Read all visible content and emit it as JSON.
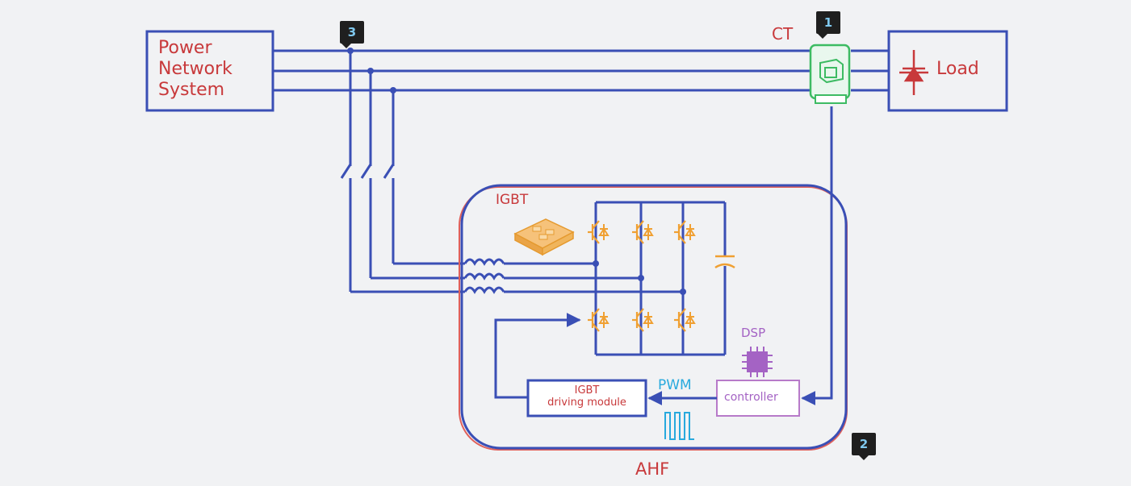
{
  "power_network": {
    "label": "Power\nNetwork\nSystem"
  },
  "load": {
    "label": "Load"
  },
  "ct": {
    "label": "CT"
  },
  "igbt": {
    "label": "IGBT"
  },
  "dsp": {
    "label": "DSP"
  },
  "pwm": {
    "label": "PWM"
  },
  "controller": {
    "label": "controller"
  },
  "driver": {
    "label": "IGBT\ndriving module"
  },
  "ahf": {
    "label": "AHF"
  },
  "markers": [
    "1",
    "2",
    "3"
  ],
  "colors": {
    "wire": "#3a4fb5",
    "text_red": "#c8393b",
    "igbt_orange": "#f0a032",
    "ct_green": "#3dbb63",
    "pwm_cyan": "#28a9dd",
    "dsp_purple": "#a463c4",
    "controller_border": "#b77ac9"
  }
}
